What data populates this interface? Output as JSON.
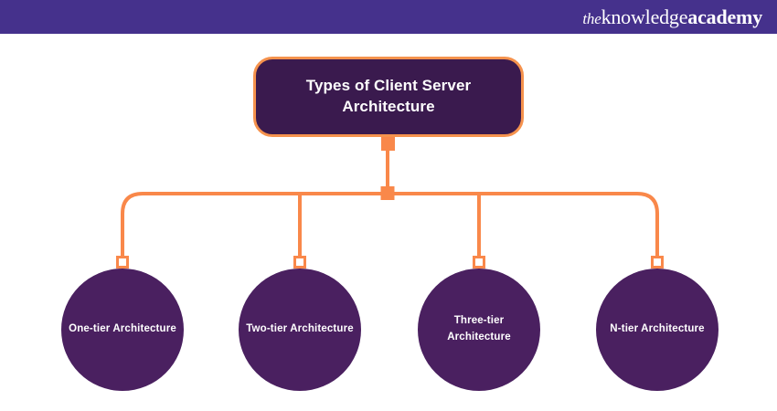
{
  "header": {
    "background_color": "#45318C",
    "logo": {
      "icon": "brand-wordmark",
      "part_the": "the",
      "part_knowledge": "knowledge",
      "part_academy": "academy",
      "full_text": "theknowledgeacademy"
    }
  },
  "diagram": {
    "type": "tree-hierarchy",
    "root": {
      "label": "Types of Client Server Architecture",
      "fill_color": "#3A1A4E",
      "border_color": "#F5924D",
      "text_color": "#FFFFFF"
    },
    "connector": {
      "line_color": "#F9884A",
      "square_fill": "#F9884A",
      "hollow_square_fill": "#FFFFFF"
    },
    "leaves": [
      {
        "label": "One-tier Architecture",
        "line1": "One-tier",
        "line2": "Architecture",
        "fill_color": "#4A2060"
      },
      {
        "label": "Two-tier Architecture",
        "line1": "Two-tier",
        "line2": "Architecture",
        "fill_color": "#4A2060"
      },
      {
        "label": "Three-tier Architecture",
        "line1": "Three-tier",
        "line2": "Architecture",
        "fill_color": "#4A2060"
      },
      {
        "label": "N-tier Architecture",
        "line1": "N-tier",
        "line2": "Architecture",
        "fill_color": "#4A2060"
      }
    ]
  }
}
